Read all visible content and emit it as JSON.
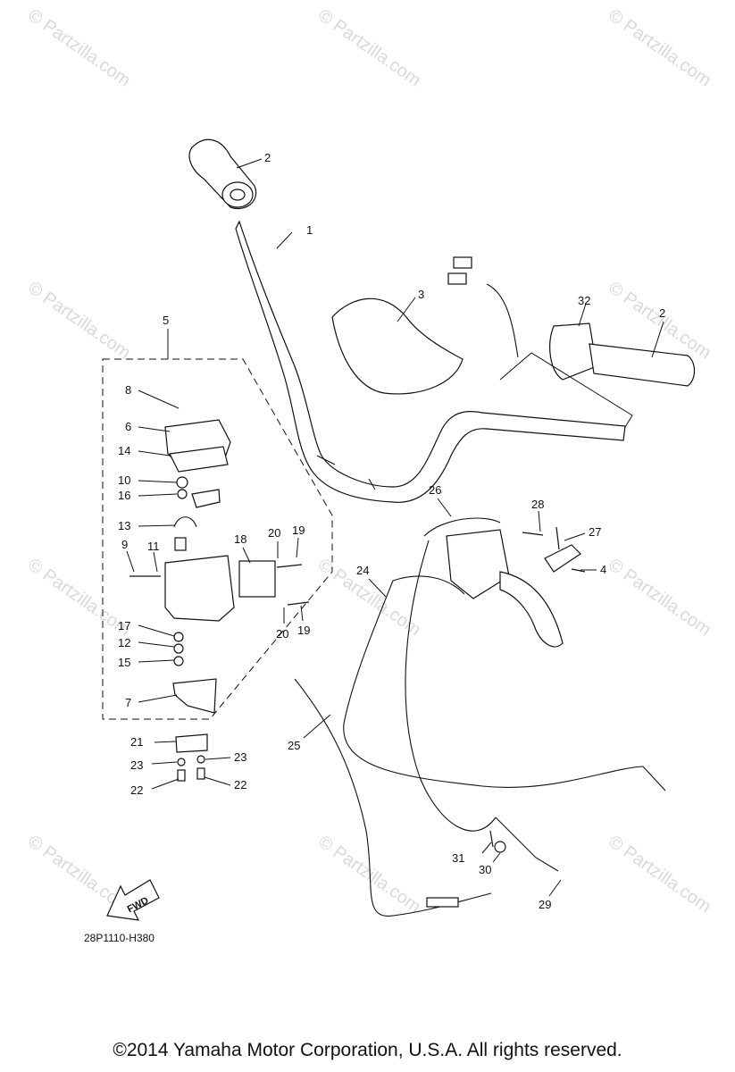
{
  "watermark": "© Partzilla.com",
  "callouts": [
    "1",
    "2",
    "2",
    "3",
    "4",
    "5",
    "6",
    "7",
    "8",
    "9",
    "10",
    "11",
    "12",
    "13",
    "14",
    "15",
    "16",
    "17",
    "18",
    "19",
    "19",
    "20",
    "20",
    "21",
    "22",
    "22",
    "23",
    "23",
    "24",
    "25",
    "26",
    "27",
    "28",
    "29",
    "30",
    "31",
    "32"
  ],
  "fwd_label": "FWD",
  "document_code": "28P1110-H380",
  "copyright": "©2014  Yamaha Motor Corporation, U.S.A. All rights reserved."
}
